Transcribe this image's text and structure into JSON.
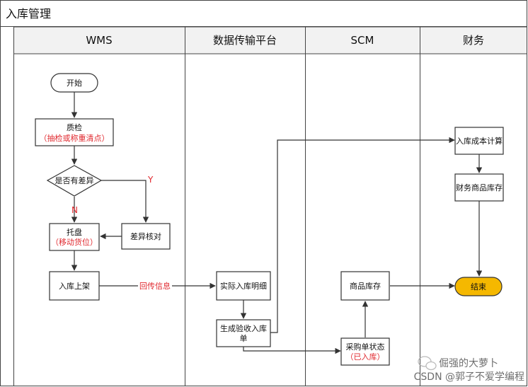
{
  "title": "入库管理",
  "lanes": [
    "WMS",
    "数据传输平台",
    "SCM",
    "财务"
  ],
  "nodes": {
    "start": "开始",
    "qc_line1": "质检",
    "qc_line2": "（抽检或称重清点）",
    "decision": "是否有差异",
    "diff_check": "差异核对",
    "pallet_line1": "托盘",
    "pallet_line2": "（移动货位）",
    "shelve": "入库上架",
    "actual_detail": "实际入库明细",
    "gen_receipt_line1": "生成验收入库",
    "gen_receipt_line2": "单",
    "po_status_line1": "采购单状态",
    "po_status_line2": "（已入库）",
    "goods_stock": "商品库存",
    "cost_calc": "入库成本计算",
    "fin_stock": "财务商品库存",
    "end": "结束"
  },
  "edge_labels": {
    "yes": "Y",
    "no": "N",
    "return_info": "回传信息"
  },
  "watermark": {
    "line1": "倔强的大萝卜",
    "line2": "CSDN @郭子不爱学编程"
  },
  "colors": {
    "red": "#e0282e",
    "end_fill": "#f5b800",
    "header_bg": "#f2f2f2"
  }
}
